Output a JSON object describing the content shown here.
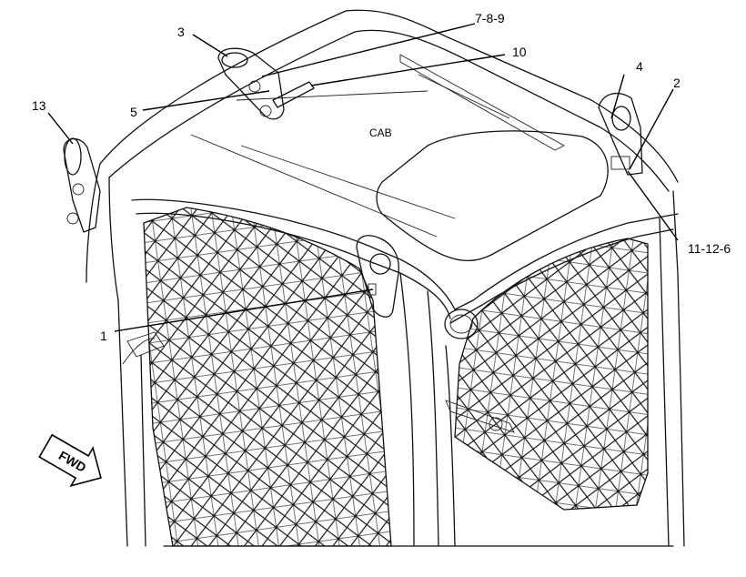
{
  "part_label": "CAB",
  "fwd_label": "FWD",
  "callouts": {
    "c1": "1",
    "c2": "2",
    "c3": "3",
    "c4": "4",
    "c5": "5",
    "c789": "7-8-9",
    "c10": "10",
    "c11126": "11-12-6",
    "c13": "13"
  }
}
